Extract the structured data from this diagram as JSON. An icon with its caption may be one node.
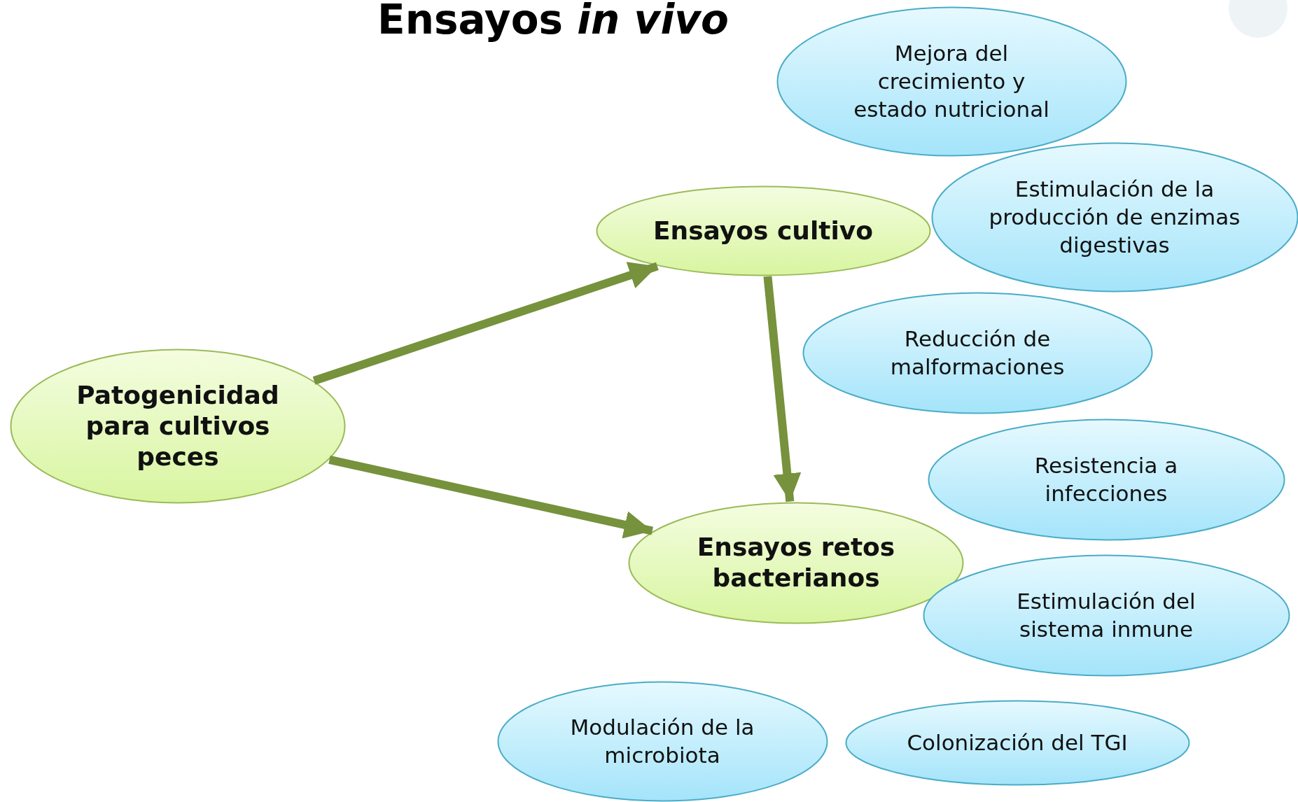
{
  "diagram": {
    "title": "Ensayos *in vivo*",
    "nodes": [
      {
        "text": [
          "Patogenicidad para cultivos peces"
        ]
      },
      {
        "text": [
          "Ensayos cultivo"
        ]
      },
      {
        "text": [
          "Ensayos retos bacterianos"
        ]
      },
      {
        "text": [
          "Mejora del crecimiento y estado nutricional"
        ]
      },
      {
        "text": [
          "Estimulación de la producción de enzimas digestivas"
        ]
      },
      {
        "text": [
          "Reducción de malformaciones"
        ]
      },
      {
        "text": [
          "Resistencia a infecciones"
        ]
      },
      {
        "text": [
          "Estimulación del sistema inmune"
        ]
      },
      {
        "text": [
          "Modulación de la microbiota"
        ]
      },
      {
        "text": [
          "Colonización del TGI"
        ]
      }
    ],
    "edges": [
      {
        "from": 0,
        "to": 1,
        "arrow": "to"
      },
      {
        "from": 0,
        "to": 2,
        "arrow": "to"
      },
      {
        "from": 1,
        "to": 2,
        "arrow": "to"
      }
    ]
  }
}
